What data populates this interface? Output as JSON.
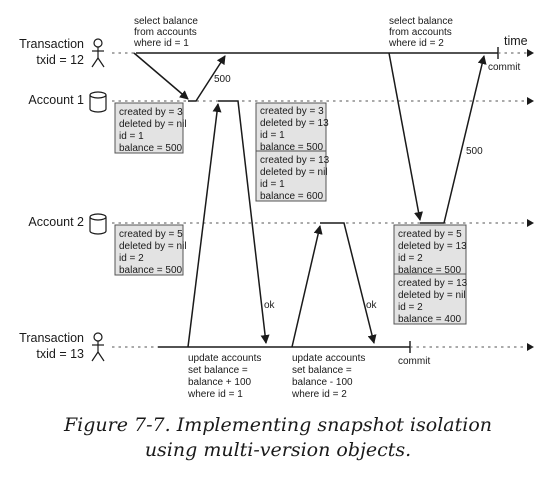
{
  "lanes": {
    "tx12_line1": "Transaction",
    "tx12_line2": "txid = 12",
    "account1": "Account 1",
    "account2": "Account 2",
    "tx13_line1": "Transaction",
    "tx13_line2": "txid = 13"
  },
  "time_label": "time",
  "queries": {
    "q1": [
      "select balance",
      "from accounts",
      "where id = 1"
    ],
    "q2": [
      "select balance",
      "from accounts",
      "where id = 2"
    ],
    "u1": [
      "update accounts",
      "set balance =",
      "balance + 100",
      "where id = 1"
    ],
    "u2": [
      "update accounts",
      "set balance =",
      "balance - 100",
      "where id = 2"
    ]
  },
  "commit_tx12": "commit",
  "commit_tx13": "commit",
  "responses": {
    "r500_a": "500",
    "r500_b": "500",
    "ok_1": "ok",
    "ok_2": "ok"
  },
  "boxes": {
    "acc1_left": [
      "created by = 3",
      "deleted by = nil",
      "id = 1",
      "balance = 500"
    ],
    "acc1_mid_old": [
      "created by = 3",
      "deleted by = 13",
      "id = 1",
      "balance = 500"
    ],
    "acc1_mid_new": [
      "created by = 13",
      "deleted by = nil",
      "id = 1",
      "balance = 600"
    ],
    "acc2_left": [
      "created by = 5",
      "deleted by = nil",
      "id = 2",
      "balance = 500"
    ],
    "acc2_right_old": [
      "created by = 5",
      "deleted by = 13",
      "id = 2",
      "balance = 500"
    ],
    "acc2_right_new": [
      "created by = 13",
      "deleted by = nil",
      "id = 2",
      "balance = 400"
    ]
  },
  "caption": [
    "Figure 7-7. Implementing snapshot isolation",
    "using multi-version objects."
  ]
}
